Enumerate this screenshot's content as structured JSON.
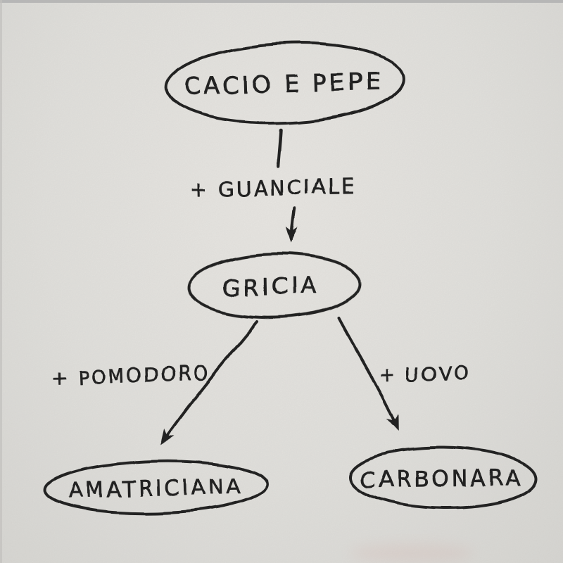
{
  "diagram": {
    "description": "Hand-drawn marker diagram on paper showing Roman pasta dishes as a flow chart",
    "nodes": [
      {
        "id": "cacio-e-pepe",
        "label": "CACIO E PEPE"
      },
      {
        "id": "gricia",
        "label": "GRICIA"
      },
      {
        "id": "amatriciana",
        "label": "AMATRICIANA"
      },
      {
        "id": "carbonara",
        "label": "CARBONARA"
      }
    ],
    "edges": [
      {
        "from": "cacio-e-pepe",
        "to": "gricia",
        "label": "+ GUANCIALE"
      },
      {
        "from": "gricia",
        "to": "amatriciana",
        "label": "+ POMODORO"
      },
      {
        "from": "gricia",
        "to": "carbonara",
        "label": "+ UOVO"
      }
    ]
  },
  "colors": {
    "ink": "#242422",
    "paper": "#e3e2de",
    "photo_edge": "#b3b3b2"
  }
}
